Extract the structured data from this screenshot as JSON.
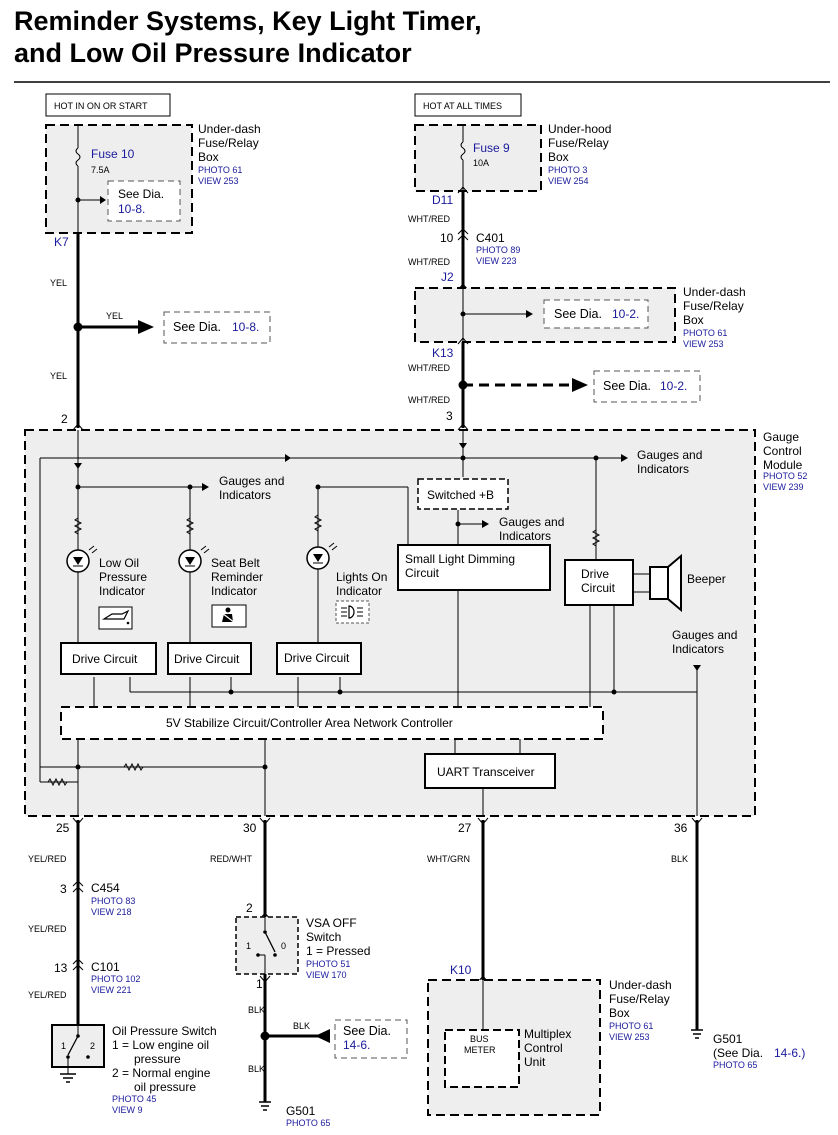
{
  "title": {
    "line1": "Reminder Systems, Key Light Timer,",
    "line2": "and Low Oil Pressure Indicator"
  },
  "hot_labels": {
    "left": "HOT IN ON OR START",
    "right": "HOT AT ALL TIMES"
  },
  "fuse_left": {
    "fuse_name": "Fuse 10",
    "rating": "7.5A",
    "see_text": "See Dia.",
    "see_ref": "10-8.",
    "box_line1": "Under-dash",
    "box_line2": "Fuse/Relay",
    "box_line3": "Box",
    "photo": "PHOTO 61",
    "view": "VIEW 253",
    "terminal": "K7"
  },
  "fuse_right": {
    "fuse_name": "Fuse 9",
    "rating": "10A",
    "box_line1": "Under-hood",
    "box_line2": "Fuse/Relay",
    "box_line3": "Box",
    "photo": "PHOTO 3",
    "view": "VIEW 254",
    "terminal": "D11"
  },
  "connector_c401": {
    "pin": "10",
    "name": "C401",
    "photo": "PHOTO 89",
    "view": "VIEW 223"
  },
  "relay_box_2": {
    "terminal_in": "J2",
    "see_text": "See Dia.",
    "see_ref": "10-2.",
    "box_line1": "Under-dash",
    "box_line2": "Fuse/Relay",
    "box_line3": "Box",
    "photo": "PHOTO 61",
    "view": "VIEW 253",
    "terminal_out": "K13"
  },
  "wires": {
    "yel_1": "YEL",
    "yel_branch": "YEL",
    "yel_2": "YEL",
    "wht_red_1": "WHT/RED",
    "wht_red_2": "WHT/RED",
    "wht_red_3": "WHT/RED",
    "wht_red_4": "WHT/RED",
    "yel_red_1": "YEL/RED",
    "yel_red_2": "YEL/RED",
    "yel_red_3": "YEL/RED",
    "red_wht": "RED/WHT",
    "wht_grn": "WHT/GRN",
    "blk_right": "BLK",
    "blk_1": "BLK",
    "blk_branch": "BLK",
    "blk_2": "BLK"
  },
  "see_yel": {
    "text": "See Dia.",
    "ref": "10-8."
  },
  "see_k13": {
    "text": "See Dia.",
    "ref": "10-2."
  },
  "gcm": {
    "pin_top_left": "2",
    "pin_top_right": "3",
    "name_line1": "Gauge",
    "name_line2": "Control",
    "name_line3": "Module",
    "photo": "PHOTO 52",
    "view": "VIEW 239",
    "gauges_1_line1": "Gauges and",
    "gauges_1_line2": "Indicators",
    "gauges_2_line1": "Gauges and",
    "gauges_2_line2": "Indicators",
    "gauges_3_line1": "Gauges and",
    "gauges_3_line2": "Indicators",
    "gauges_4_line1": "Gauges and",
    "gauges_4_line2": "Indicators",
    "switched_b": "Switched +B",
    "small_light_line1": "Small Light Dimming",
    "small_light_line2": "Circuit",
    "drive_beeper_line1": "Drive",
    "drive_beeper_line2": "Circuit",
    "beeper": "Beeper",
    "oil_ind_line1": "Low Oil",
    "oil_ind_line2": "Pressure",
    "oil_ind_line3": "Indicator",
    "seat_ind_line1": "Seat Belt",
    "seat_ind_line2": "Reminder",
    "seat_ind_line3": "Indicator",
    "lights_ind_line1": "Lights On",
    "lights_ind_line2": "Indicator",
    "drive_1": "Drive Circuit",
    "drive_2": "Drive Circuit",
    "drive_3": "Drive Circuit",
    "can_ctrl": "5V Stabilize Circuit/Controller Area Network Controller",
    "uart": "UART Transceiver",
    "pin_25": "25",
    "pin_30": "30",
    "pin_27": "27",
    "pin_36": "36"
  },
  "c454": {
    "pin": "3",
    "name": "C454",
    "photo": "PHOTO 83",
    "view": "VIEW 218"
  },
  "c101": {
    "pin": "13",
    "name": "C101",
    "photo": "PHOTO 102",
    "view": "VIEW 221"
  },
  "oil_switch": {
    "name": "Oil Pressure Switch",
    "pos1": "1",
    "pos2": "2",
    "desc1_line1": "1 = Low engine oil",
    "desc1_line2": "pressure",
    "desc2_line1": "2 = Normal engine",
    "desc2_line2": "oil pressure",
    "photo": "PHOTO 45",
    "view": "VIEW 9"
  },
  "vsa": {
    "pin_top": "2",
    "pin_bottom": "1",
    "pos1": "1",
    "pos0": "0",
    "name_line1": "VSA OFF",
    "name_line2": "Switch",
    "desc": "1 = Pressed",
    "photo": "PHOTO 51",
    "view": "VIEW 170"
  },
  "see_blk": {
    "text": "See Dia.",
    "ref": "14-6."
  },
  "g501_mid": {
    "name": "G501",
    "photo": "PHOTO 65"
  },
  "mcu": {
    "terminal": "K10",
    "box_line1": "Under-dash",
    "box_line2": "Fuse/Relay",
    "box_line3": "Box",
    "photo": "PHOTO 61",
    "view": "VIEW 253",
    "bus_line1": "BUS",
    "bus_line2": "METER",
    "name_line1": "Multiplex",
    "name_line2": "Control",
    "name_line3": "Unit"
  },
  "g501_right": {
    "name": "G501",
    "see_text": "(See Dia.",
    "see_ref": "14-6.)",
    "photo": "PHOTO 65"
  }
}
